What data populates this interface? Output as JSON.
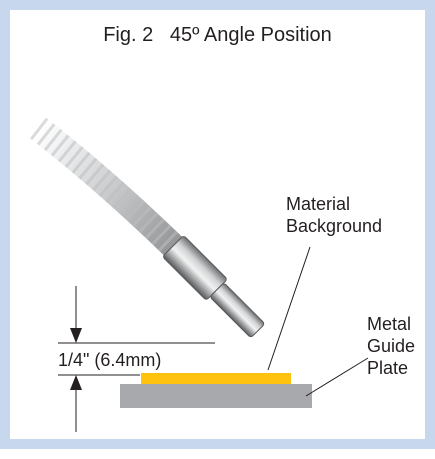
{
  "figure": {
    "title": "Fig. 2   45º Angle Position"
  },
  "labels": {
    "material_line1": "Material",
    "material_line2": "Background",
    "metal_line1": "Metal",
    "metal_line2": "Guide",
    "metal_line3": "Plate",
    "dimension": "1/4\" (6.4mm)"
  },
  "colors": {
    "frame_border": "#c7d7ee",
    "material": "#ffc20e",
    "metal_plate": "#a7a9ac",
    "line": "#231f20"
  }
}
